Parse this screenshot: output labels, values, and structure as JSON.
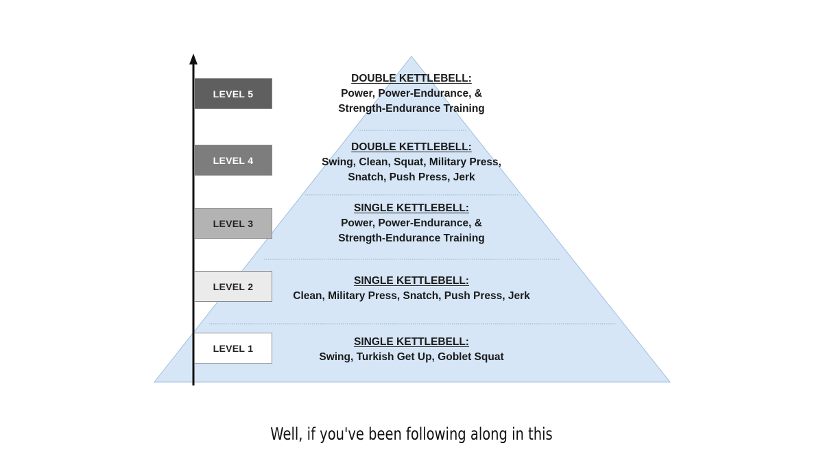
{
  "colors": {
    "pyramid_fill": "#d6e6f7",
    "pyramid_stroke": "#9fbfdc",
    "divider": "#8fb2d2",
    "axis": "#111111"
  },
  "levels": [
    {
      "label": "LEVEL 1",
      "fill": "#ffffff",
      "text_color": "#222222"
    },
    {
      "label": "LEVEL 2",
      "fill": "#ebebeb",
      "text_color": "#222222"
    },
    {
      "label": "LEVEL 3",
      "fill": "#b3b3b3",
      "text_color": "#222222"
    },
    {
      "label": "LEVEL 4",
      "fill": "#7d7d7d",
      "text_color": "#ffffff"
    },
    {
      "label": "LEVEL 5",
      "fill": "#5f5f5f",
      "text_color": "#ffffff"
    }
  ],
  "tiers": [
    {
      "heading": "SINGLE KETTLEBELL:",
      "lines": [
        "Swing, Turkish Get Up, Goblet Squat"
      ]
    },
    {
      "heading": "SINGLE KETTLEBELL:",
      "lines": [
        "Clean, Military Press, Snatch, Push Press, Jerk"
      ]
    },
    {
      "heading": "SINGLE KETTLEBELL:",
      "lines": [
        "Power, Power-Endurance, &",
        "Strength-Endurance Training"
      ]
    },
    {
      "heading": "DOUBLE KETTLEBELL:",
      "lines": [
        "Swing, Clean, Squat, Military Press,",
        "Snatch, Push Press, Jerk"
      ]
    },
    {
      "heading": "DOUBLE KETTLEBELL:",
      "lines": [
        "Power, Power-Endurance, &",
        "Strength-Endurance Training"
      ]
    }
  ],
  "caption": "Well, if you've been following along in this"
}
